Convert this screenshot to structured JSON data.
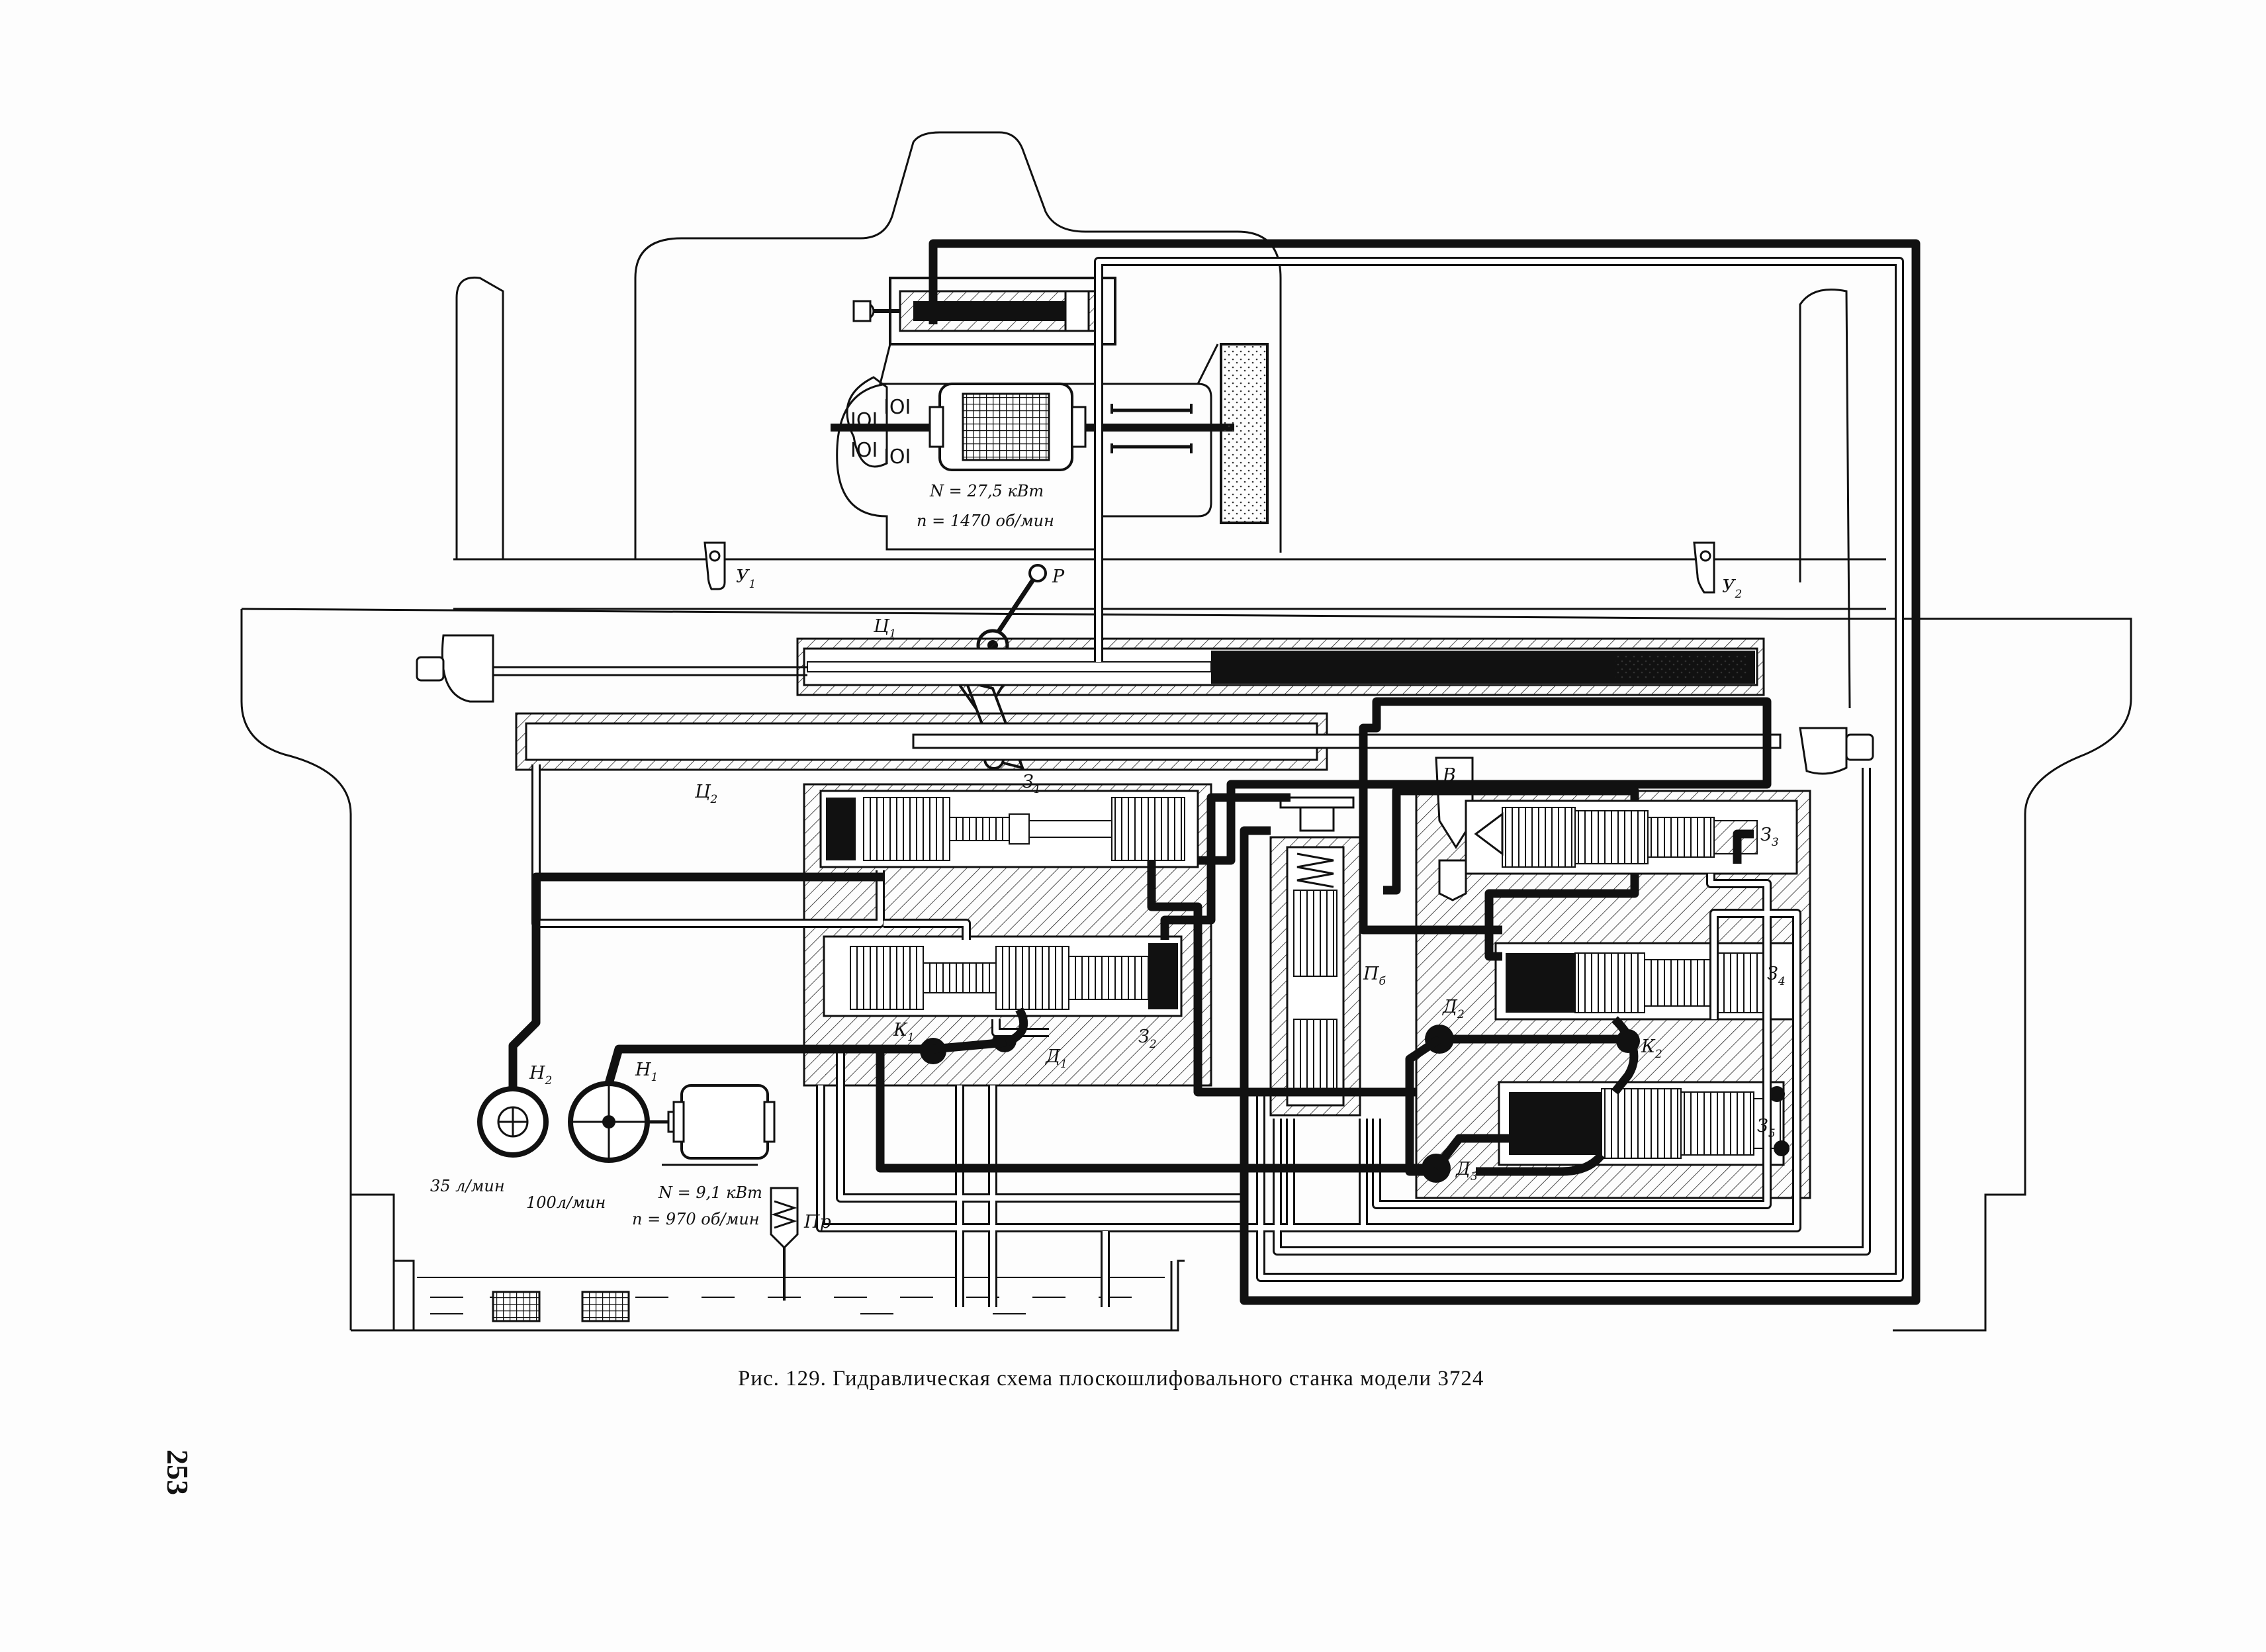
{
  "caption": "Рис. 129. Гидравлическая схема плоскошлифовального станка модели 3724",
  "page_number": "253",
  "labels": {
    "motor_main_power": "N = 27,5 кВт",
    "motor_main_speed": "n = 1470 об/мин",
    "motor_pump_power": "N = 9,1 кВт",
    "motor_pump_speed": "n = 970 об/мин",
    "flow_h2": "35 л/мин",
    "flow_h1": "100л/мин",
    "stop_1": "У",
    "stop_1_sub": "1",
    "stop_2": "У",
    "stop_2_sub": "2",
    "lever": "Р",
    "cyl_1": "Ц",
    "cyl_1_sub": "1",
    "cyl_2": "Ц",
    "cyl_2_sub": "2",
    "spool_1": "З",
    "spool_1_sub": "1",
    "spool_2": "З",
    "spool_2_sub": "2",
    "spool_3": "З",
    "spool_3_sub": "3",
    "spool_4": "З",
    "spool_4_sub": "4",
    "spool_5": "З",
    "spool_5_sub": "5",
    "valve_b": "В",
    "valve_pb": "П",
    "valve_pb_sub": "б",
    "pump_1": "Н",
    "pump_1_sub": "1",
    "pump_2": "Н",
    "pump_2_sub": "2",
    "check_k1": "К",
    "check_k1_sub": "1",
    "check_k2": "К",
    "check_k2_sub": "2",
    "throttle_d1": "Д",
    "throttle_d1_sub": "1",
    "throttle_d2": "Д",
    "throttle_d2_sub": "2",
    "throttle_d3": "Д",
    "throttle_d3_sub": "3",
    "relief": "Пр"
  }
}
